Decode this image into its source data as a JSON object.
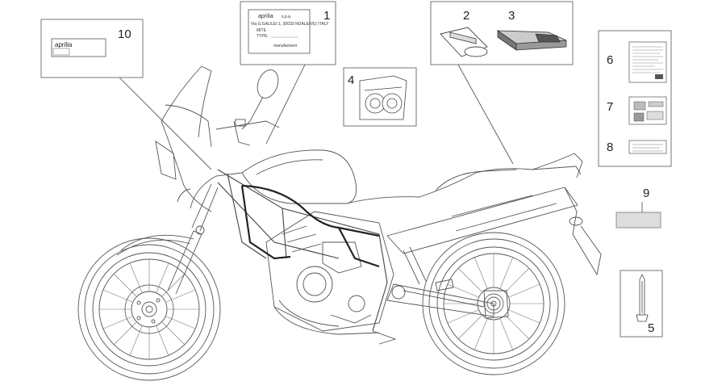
{
  "callouts": {
    "c1": "1",
    "c2": "2",
    "c3": "3",
    "c4": "4",
    "c5": "5",
    "c6": "6",
    "c7": "7",
    "c8": "8",
    "c9": "9",
    "c10": "10"
  },
  "labels": {
    "brand_plate": "aprilia",
    "plate_brand": "aprilia",
    "plate_company": "s.p.a.",
    "plate_address": "Via G.GALILEI 1, 30033 NOALE(VE) ITALY",
    "plate_line_mite": "MITE",
    "plate_line_type": "TYPE:",
    "plate_footer": "manufacturer"
  },
  "colors": {
    "line": "#444444",
    "box": "#666666",
    "shade": "#bbbbbb"
  }
}
